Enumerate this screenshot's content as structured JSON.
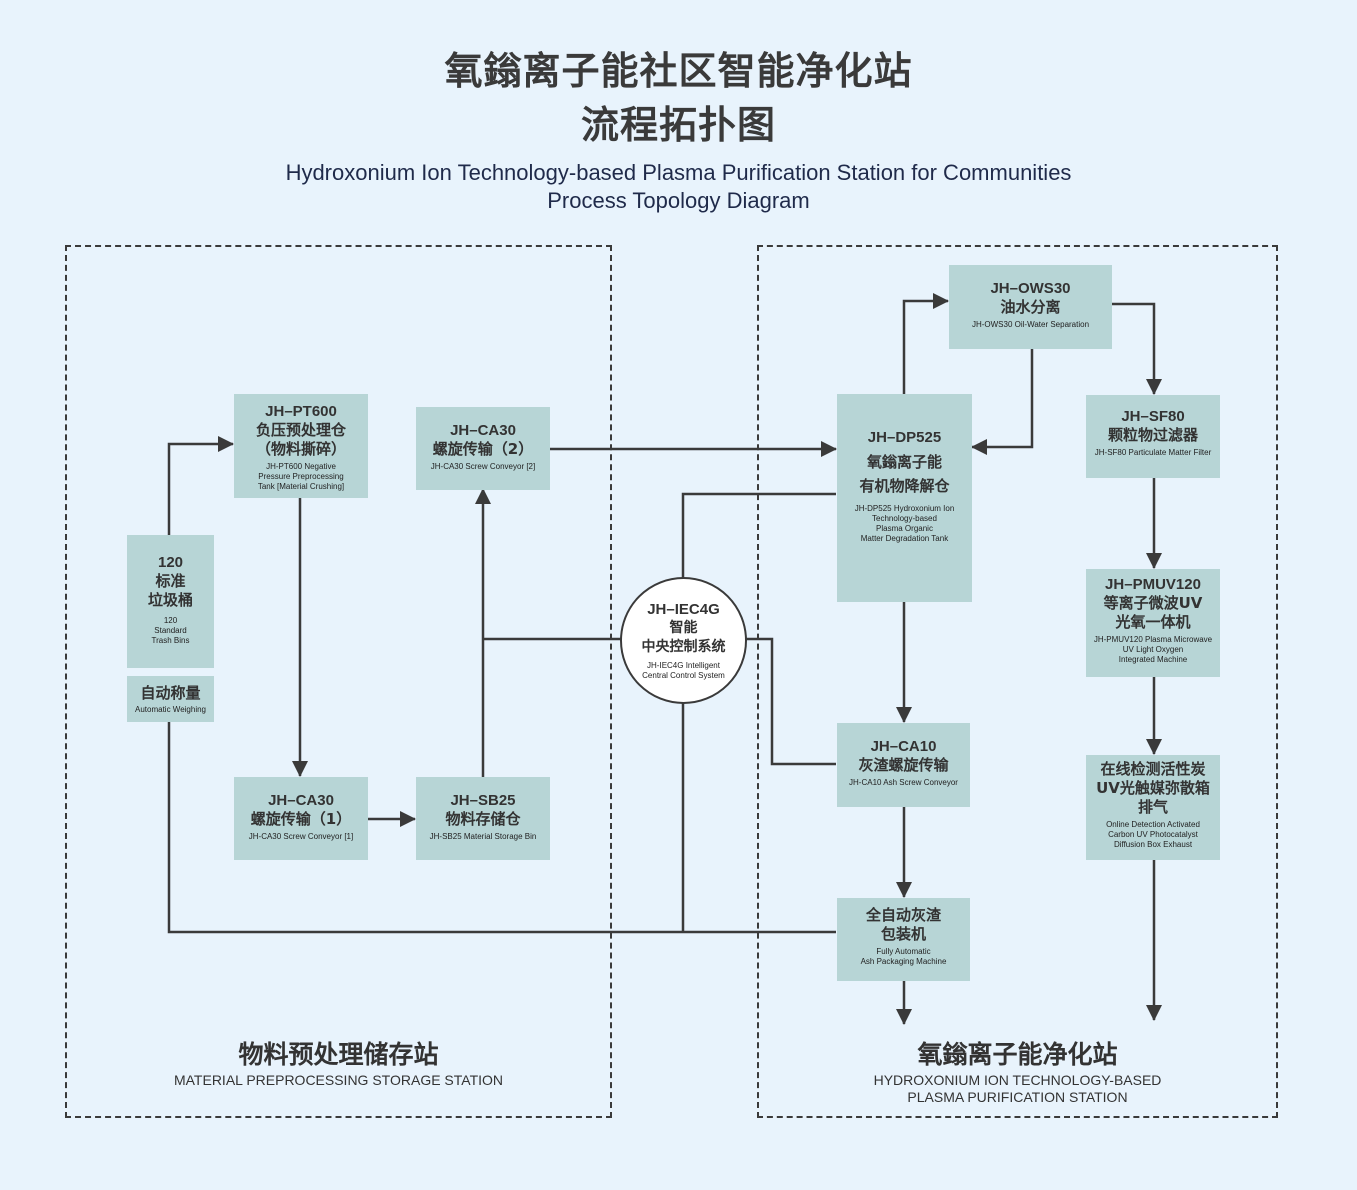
{
  "header": {
    "title_cn_line1": "氧鎓离子能社区智能净化站",
    "title_cn_line2": "流程拓扑图",
    "title_en_line1": "Hydroxonium Ion Technology-based Plasma Purification Station for Communities",
    "title_en_line2": "Process Topology Diagram"
  },
  "stations": {
    "left": {
      "title_cn": "物料预处理储存站",
      "title_en": "MATERIAL PREPROCESSING STORAGE STATION"
    },
    "right": {
      "title_cn": "氧鎓离子能净化站",
      "title_en": "HYDROXONIUM ION TECHNOLOGY-BASED\nPLASMA PURIFICATION STATION"
    }
  },
  "nodes": {
    "trash_bins": {
      "code": "120",
      "cn": "标准\n垃圾桶",
      "en": "120\nStandard\nTrash Bins"
    },
    "weighing": {
      "code": "",
      "cn": "自动称量",
      "en": "Automatic Weighing"
    },
    "pt600": {
      "code": "JH–PT600",
      "cn": "负压预处理仓\n（物料撕碎）",
      "en": "JH-PT600 Negative\nPressure Preprocessing\nTank [Material Crushing]"
    },
    "ca30_2": {
      "code": "JH–CA30",
      "cn": "螺旋传输（2）",
      "en": "JH-CA30 Screw Conveyor [2]"
    },
    "ca30_1": {
      "code": "JH–CA30",
      "cn": "螺旋传输（1）",
      "en": "JH-CA30 Screw Conveyor [1]"
    },
    "sb25": {
      "code": "JH–SB25",
      "cn": "物料存储仓",
      "en": "JH-SB25 Material Storage Bin"
    },
    "iec4g": {
      "code": "JH–IEC4G",
      "cn": "智能\n中央控制系统",
      "en": "JH-IEC4G Intelligent\nCentral Control System"
    },
    "ows30": {
      "code": "JH–OWS30",
      "cn": "油水分离",
      "en": "JH-OWS30 Oil-Water Separation"
    },
    "dp525": {
      "code": "JH–DP525",
      "cn": "氧鎓离子能\n有机物降解仓",
      "en": "JH-DP525 Hydroxonium Ion\nTechnology-based\nPlasma Organic\nMatter Degradation Tank"
    },
    "sf80": {
      "code": "JH–SF80",
      "cn": "颗粒物过滤器",
      "en": "JH-SF80 Particulate Matter Filter"
    },
    "pmuv120": {
      "code": "JH–PMUV120",
      "cn": "等离子微波UV\n光氧一体机",
      "en": "JH-PMUV120 Plasma Microwave\nUV Light Oxygen\nIntegrated Machine"
    },
    "ca10": {
      "code": "JH–CA10",
      "cn": "灰渣螺旋传输",
      "en": "JH-CA10 Ash Screw Conveyor"
    },
    "exhaust": {
      "code": "",
      "cn": "在线检测活性炭\nUV光触媒弥散箱\n排气",
      "en": "Online Detection Activated\nCarbon UV Photocatalyst\nDiffusion Box Exhaust"
    },
    "packaging": {
      "code": "",
      "cn": "全自动灰渣\n包装机",
      "en": "Fully Automatic\nAsh Packaging Machine"
    }
  },
  "colors": {
    "background": "#e8f3fc",
    "node_fill": "#b7d5d6",
    "line": "#3a3a3a",
    "title_en": "#1f2a4a"
  }
}
